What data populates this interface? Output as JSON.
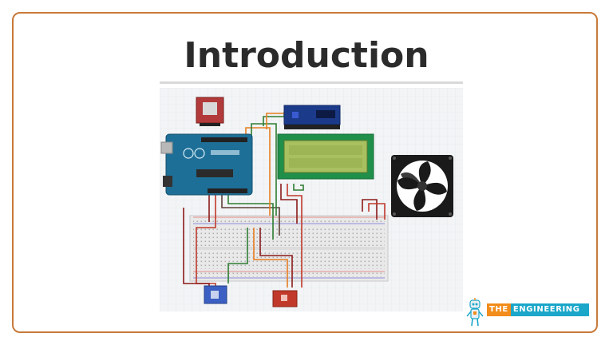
{
  "slide": {
    "title": "Introduction",
    "logo": {
      "word1": "THE",
      "word2": "ENGINEERING"
    }
  },
  "colors": {
    "frame_border": "#c87a3a",
    "title_text": "#2b2b2b",
    "arduino_board": "#1e6f97",
    "lcd_screen": "#a8c060",
    "lcd_module": "#1f8f4a",
    "i2c_adapter": "#1b3a8a",
    "fan_body": "#1a1a1a",
    "sensor_red": "#c0392b",
    "sensor_blue": "#3b5fc2",
    "logo_blue": "#1aa7c9",
    "logo_orange": "#f28c1a"
  },
  "icons": [
    "robot-mascot-icon",
    "cooling-fan-icon"
  ]
}
